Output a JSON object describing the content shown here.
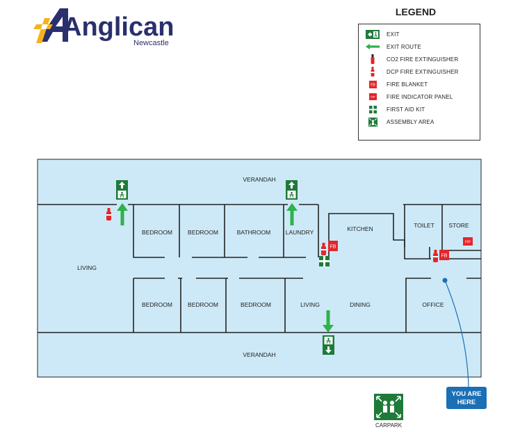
{
  "logo": {
    "brand": "Anglican",
    "sub": "Newcastle",
    "mark_color": "#f5b21b",
    "brand_color": "#2a2f6e"
  },
  "legend": {
    "title": "LEGEND",
    "items": [
      {
        "icon": "exit-sign-icon",
        "label": "EXIT"
      },
      {
        "icon": "exit-route-arrow-icon",
        "label": "EXIT ROUTE"
      },
      {
        "icon": "co2-extinguisher-icon",
        "label": "CO2 FIRE EXTINGUISHER"
      },
      {
        "icon": "dcp-extinguisher-icon",
        "label": "DCP FIRE EXTINGUISHER"
      },
      {
        "icon": "fire-blanket-icon",
        "label": "FIRE BLANKET"
      },
      {
        "icon": "fire-indicator-panel-icon",
        "label": "FIRE INDICATOR PANEL"
      },
      {
        "icon": "first-aid-kit-icon",
        "label": "FIRST AID KIT"
      },
      {
        "icon": "assembly-area-icon",
        "label": "ASSEMBLY AREA"
      }
    ]
  },
  "rooms": {
    "verandah_top": "VERANDAH",
    "verandah_bottom": "VERANDAH",
    "living_left": "LIVING",
    "bedroom1": "BEDROOM",
    "bedroom2": "BEDROOM",
    "bathroom": "BATHROOM",
    "laundry": "LAUNDRY",
    "kitchen": "KITCHEN",
    "toilet": "TOILET",
    "store": "STORE",
    "bedroom3": "BEDROOM",
    "bedroom4": "BEDROOM",
    "bedroom5": "BEDROOM",
    "living_center": "LIVING",
    "dining": "DINING",
    "office": "OFFICE"
  },
  "signs": {
    "fire_blanket": "FB",
    "fire_panel": "FIP"
  },
  "you_are_here": {
    "line1": "YOU ARE",
    "line2": "HERE"
  },
  "assembly": {
    "label": "CARPARK"
  },
  "colors": {
    "floor": "#cde9f7",
    "wall": "#222222",
    "exit_green": "#1f7a3a",
    "route_green": "#2eb24a",
    "fire_red": "#e3262c",
    "marker_blue": "#1b6fb5"
  }
}
